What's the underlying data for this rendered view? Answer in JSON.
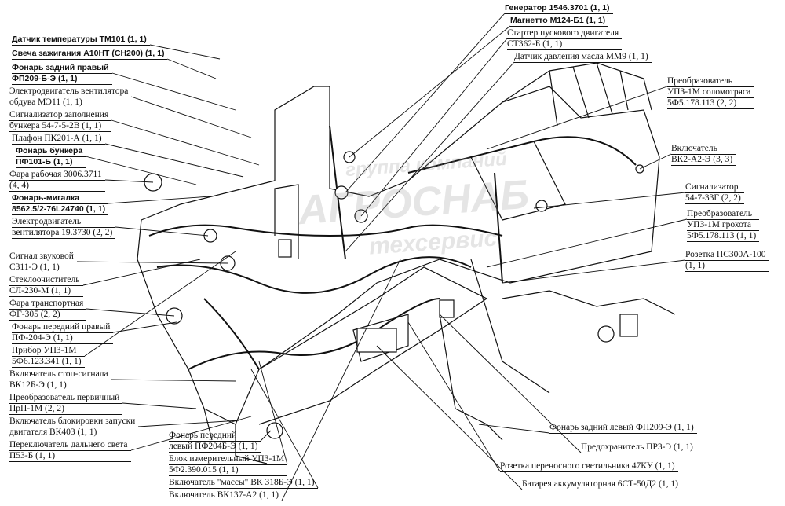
{
  "watermark": {
    "line1": "группа компаний",
    "line2": "АГРОСНАБ",
    "line3": "техсервис"
  },
  "labels": [
    {
      "lines": [
        "Датчик температуры ТМ101 (1, 1)"
      ]
    },
    {
      "lines": [
        "Свеча зажигания А10НТ (СН200) (1, 1)"
      ]
    },
    {
      "lines": [
        "Фонарь задний правый",
        "ФП209-Б-Э (1, 1)"
      ]
    },
    {
      "lines": [
        "Электродвигатель вентилятора",
        "обдува МЭ11 (1, 1)"
      ]
    },
    {
      "lines": [
        "Сигнализатор заполнения",
        "бункера 54-7-5-2В (1, 1)"
      ]
    },
    {
      "lines": [
        "Плафон ПК201-А (1, 1)"
      ]
    },
    {
      "lines": [
        "Фонарь бункера",
        "ПФ101-Б (1, 1)"
      ]
    },
    {
      "lines": [
        "Фара рабочая 3006.3711",
        "(4, 4)"
      ]
    },
    {
      "lines": [
        "Фонарь-мигалка",
        "8562.5/2-76L24740 (1, 1)"
      ]
    },
    {
      "lines": [
        "Электродвигатель",
        "вентилятора 19.3730 (2, 2)"
      ]
    },
    {
      "lines": [
        "Сигнал звуковой",
        "С311-Э (1, 1)"
      ]
    },
    {
      "lines": [
        "Стеклоочиститель",
        "СЛ-230-М (1, 1)"
      ]
    },
    {
      "lines": [
        "Фара транспортная",
        "ФГ-305 (2, 2)"
      ]
    },
    {
      "lines": [
        "Фонарь передний правый",
        "ПФ-204-Э (1, 1)"
      ]
    },
    {
      "lines": [
        "Прибор УПЗ-1М",
        "5Ф6.123.341 (1, 1)"
      ]
    },
    {
      "lines": [
        "Включатель стоп-сигнала",
        "ВК12Б-Э (1, 1)"
      ]
    },
    {
      "lines": [
        "Преобразователь первичный",
        "ПрП-1М (2, 2)"
      ]
    },
    {
      "lines": [
        "Включатель блокировки запуски",
        "двигателя ВК403 (1, 1)"
      ]
    },
    {
      "lines": [
        "Переключатель дальнего света",
        "П53-Б (1, 1)"
      ]
    },
    {
      "lines": [
        "Фонарь передний",
        "левый ПФ204Б-Э (1, 1)"
      ]
    },
    {
      "lines": [
        "Блок измерительный УПЗ-1М",
        "5Ф2.390.015 (1, 1)"
      ]
    },
    {
      "lines": [
        "Включатель \"массы\" ВК 318Б-Э (1, 1)"
      ]
    },
    {
      "lines": [
        "Включатель ВК137-А2 (1, 1)"
      ]
    },
    {
      "lines": [
        "Генератор 1546.3701 (1, 1)"
      ]
    },
    {
      "lines": [
        "Магнетто М124-Б1 (1, 1)"
      ]
    },
    {
      "lines": [
        "Стартер пускового двигателя",
        "СТ362-Б (1, 1)"
      ]
    },
    {
      "lines": [
        "Датчик давления масла ММ9 (1, 1)"
      ]
    },
    {
      "lines": [
        "Преобразователь",
        "УПЗ-1М соломотряса",
        "5Ф5.178.113 (2, 2)"
      ]
    },
    {
      "lines": [
        "Включатель",
        "ВК2-А2-Э (3, 3)"
      ]
    },
    {
      "lines": [
        "Сигнализатор",
        "54-7-33Г (2, 2)"
      ]
    },
    {
      "lines": [
        "Преобразователь",
        "УПЗ-1М грохота",
        "5Ф5.178.113 (1, 1)"
      ]
    },
    {
      "lines": [
        "Розетка ПС300А-100",
        "(1, 1)"
      ]
    },
    {
      "lines": [
        "Фонарь задний левый ФП209-Э (1, 1)"
      ]
    },
    {
      "lines": [
        "Предохранитель ПР3-Э (1, 1)"
      ]
    },
    {
      "lines": [
        "Розетка переносного светильника 47КУ (1, 1)"
      ]
    },
    {
      "lines": [
        "Батарея аккумуляторная 6СТ-50Д2 (1, 1)"
      ]
    }
  ]
}
